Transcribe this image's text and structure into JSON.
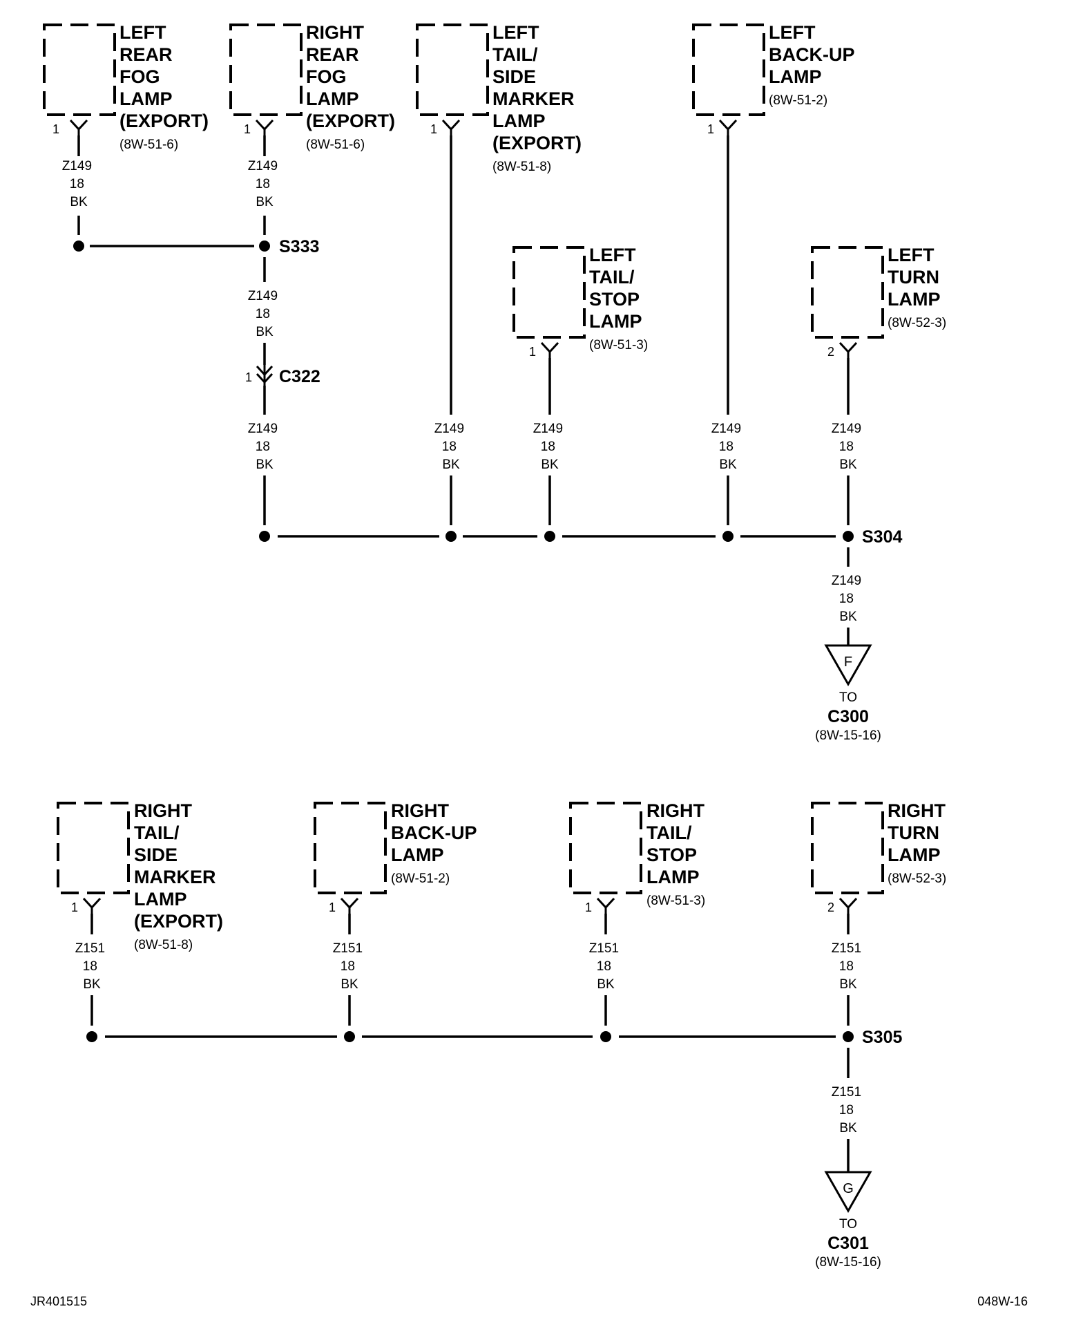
{
  "components": [
    {
      "id": "left-rear-fog-lamp",
      "name_lines": [
        "LEFT",
        "REAR",
        "FOG",
        "LAMP",
        "(EXPORT)"
      ],
      "ref": "(8W-51-6)",
      "pin": "1"
    },
    {
      "id": "right-rear-fog-lamp",
      "name_lines": [
        "RIGHT",
        "REAR",
        "FOG",
        "LAMP",
        "(EXPORT)"
      ],
      "ref": "(8W-51-6)",
      "pin": "1"
    },
    {
      "id": "left-tail-side-marker-lamp",
      "name_lines": [
        "LEFT",
        "TAIL/",
        "SIDE",
        "MARKER",
        "LAMP",
        "(EXPORT)"
      ],
      "ref": "(8W-51-8)",
      "pin": "1"
    },
    {
      "id": "left-back-up-lamp",
      "name_lines": [
        "LEFT",
        "BACK-UP",
        "LAMP"
      ],
      "ref": "(8W-51-2)",
      "pin": "1"
    },
    {
      "id": "left-tail-stop-lamp",
      "name_lines": [
        "LEFT",
        "TAIL/",
        "STOP",
        "LAMP"
      ],
      "ref": "(8W-51-3)",
      "pin": "1"
    },
    {
      "id": "left-turn-lamp",
      "name_lines": [
        "LEFT",
        "TURN",
        "LAMP"
      ],
      "ref": "(8W-52-3)",
      "pin": "2"
    },
    {
      "id": "right-tail-side-marker-lamp",
      "name_lines": [
        "RIGHT",
        "TAIL/",
        "SIDE",
        "MARKER",
        "LAMP",
        "(EXPORT)"
      ],
      "ref": "(8W-51-8)",
      "pin": "1"
    },
    {
      "id": "right-back-up-lamp",
      "name_lines": [
        "RIGHT",
        "BACK-UP",
        "LAMP"
      ],
      "ref": "(8W-51-2)",
      "pin": "1"
    },
    {
      "id": "right-tail-stop-lamp",
      "name_lines": [
        "RIGHT",
        "TAIL/",
        "STOP",
        "LAMP"
      ],
      "ref": "(8W-51-3)",
      "pin": "1"
    },
    {
      "id": "right-turn-lamp",
      "name_lines": [
        "RIGHT",
        "TURN",
        "LAMP"
      ],
      "ref": "(8W-52-3)",
      "pin": "2"
    }
  ],
  "wire_labels": [
    {
      "id": "w-lrfog",
      "lines": [
        "Z149",
        "18",
        "BK"
      ]
    },
    {
      "id": "w-rrfog",
      "lines": [
        "Z149",
        "18",
        "BK"
      ]
    },
    {
      "id": "w-s333-c322",
      "lines": [
        "Z149",
        "18",
        "BK"
      ]
    },
    {
      "id": "w-c322-s304",
      "lines": [
        "Z149",
        "18",
        "BK"
      ]
    },
    {
      "id": "w-ltsm",
      "lines": [
        "Z149",
        "18",
        "BK"
      ]
    },
    {
      "id": "w-lts",
      "lines": [
        "Z149",
        "18",
        "BK"
      ]
    },
    {
      "id": "w-lbu",
      "lines": [
        "Z149",
        "18",
        "BK"
      ]
    },
    {
      "id": "w-lturn",
      "lines": [
        "Z149",
        "18",
        "BK"
      ]
    },
    {
      "id": "w-s304-c300",
      "lines": [
        "Z149",
        "18",
        "BK"
      ]
    },
    {
      "id": "w-rtsm",
      "lines": [
        "Z151",
        "18",
        "BK"
      ]
    },
    {
      "id": "w-rbu",
      "lines": [
        "Z151",
        "18",
        "BK"
      ]
    },
    {
      "id": "w-rts",
      "lines": [
        "Z151",
        "18",
        "BK"
      ]
    },
    {
      "id": "w-rturn",
      "lines": [
        "Z151",
        "18",
        "BK"
      ]
    },
    {
      "id": "w-s305-c301",
      "lines": [
        "Z151",
        "18",
        "BK"
      ]
    }
  ],
  "splices": {
    "s333": "S333",
    "s304": "S304",
    "s305": "S305"
  },
  "inline_connector": {
    "name": "C322",
    "pin": "1"
  },
  "offpage": [
    {
      "id": "to-c300",
      "letter": "F",
      "to": "TO",
      "connector": "C300",
      "ref": "(8W-15-16)"
    },
    {
      "id": "to-c301",
      "letter": "G",
      "to": "TO",
      "connector": "C301",
      "ref": "(8W-15-16)"
    }
  ],
  "footer": {
    "left": "JR401515",
    "right": "048W-16"
  }
}
